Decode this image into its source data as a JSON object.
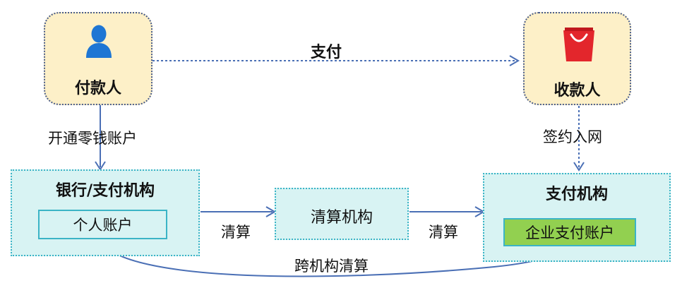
{
  "nodes": {
    "payer": {
      "label": "付款人",
      "icon": "person-icon"
    },
    "payee": {
      "label": "收款人",
      "icon": "shopping-bag-icon"
    },
    "bank": {
      "title": "银行/支付机构",
      "account": "个人账户"
    },
    "clearing": {
      "title": "清算机构"
    },
    "payment_inst": {
      "title": "支付机构",
      "account": "企业支付账户"
    }
  },
  "edges": {
    "pay": "支付",
    "open_account": "开通零钱账户",
    "sign_up": "签约入网",
    "clearing_left": "清算",
    "clearing_right": "清算",
    "cross_clearing": "跨机构清算"
  },
  "colors": {
    "actor_fill": "#fdf0c8",
    "actor_border": "#4a5d8c",
    "inst_fill": "#d8f3f3",
    "inst_border": "#3bb4c6",
    "account_fill_bank": "#d8f3f3",
    "account_fill_payment": "#92d050",
    "arrow": "#4a6fb5",
    "person_icon": "#1e76d4",
    "bag_icon": "#e3262c"
  }
}
